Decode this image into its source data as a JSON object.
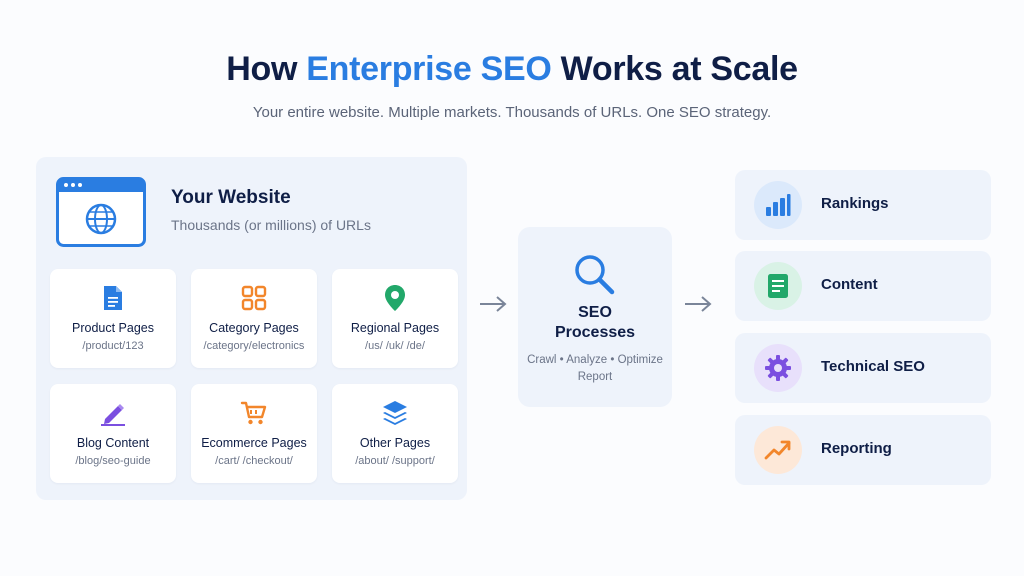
{
  "header": {
    "title_prefix": "How",
    "title_accent": "Enterprise SEO",
    "title_suffix": "Works at Scale",
    "subtitle": "Your entire website. Multiple markets. Thousands of URLs. One SEO strategy."
  },
  "website": {
    "title": "Your Website",
    "subtitle": "Thousands (or millions) of URLs",
    "icon": "browser-globe-icon",
    "pages": [
      {
        "label": "Product Pages",
        "path": "/product/123",
        "icon": "document-icon",
        "color": "#2a7de1"
      },
      {
        "label": "Category Pages",
        "path": "/category/electronics",
        "icon": "grid-icon",
        "color": "#f2862b"
      },
      {
        "label": "Regional Pages",
        "path": "/us/  /uk/  /de/",
        "icon": "map-pin-icon",
        "color": "#22a86a"
      },
      {
        "label": "Blog Content",
        "path": "/blog/seo-guide",
        "icon": "pencil-icon",
        "color": "#7b4fe0"
      },
      {
        "label": "Ecommerce Pages",
        "path": "/cart/  /checkout/",
        "icon": "cart-icon",
        "color": "#f2862b"
      },
      {
        "label": "Other Pages",
        "path": "/about/  /support/",
        "icon": "layers-icon",
        "color": "#2a7de1"
      }
    ]
  },
  "process": {
    "title_line1": "SEO",
    "title_line2": "Processes",
    "steps_line1": "Crawl • Analyze • Optimize",
    "steps_line2": "Report",
    "icon": "magnifier-icon"
  },
  "outputs": [
    {
      "label": "Rankings",
      "icon": "bar-chart-icon",
      "bg": "#dbe9fb",
      "color": "#2a7de1"
    },
    {
      "label": "Content",
      "icon": "document-icon",
      "bg": "#d9f2e6",
      "color": "#22a86a"
    },
    {
      "label": "Technical SEO",
      "icon": "gear-icon",
      "bg": "#e8e0fb",
      "color": "#7b4fe0"
    },
    {
      "label": "Reporting",
      "icon": "trend-up-icon",
      "bg": "#fde8d8",
      "color": "#f2862b"
    }
  ],
  "colors": {
    "accent": "#2a7de1",
    "heading": "#0f1e46",
    "panel": "#eef3fb"
  }
}
